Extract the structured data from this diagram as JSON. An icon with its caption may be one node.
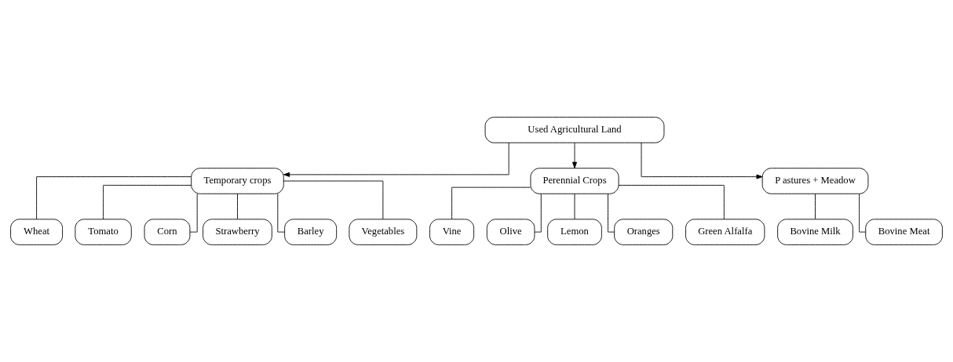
{
  "diagram": {
    "nodes": [
      {
        "text": [
          "Used Agricultural Land"
        ]
      },
      {
        "text": [
          "Temporary crops"
        ]
      },
      {
        "text": [
          "Perennial Crops"
        ]
      },
      {
        "text": [
          "P astures + Meadow"
        ]
      },
      {
        "text": [
          "Wheat"
        ]
      },
      {
        "text": [
          "Tomato"
        ]
      },
      {
        "text": [
          "Corn"
        ]
      },
      {
        "text": [
          "Strawberry"
        ]
      },
      {
        "text": [
          "Barley"
        ]
      },
      {
        "text": [
          "Vegetables"
        ]
      },
      {
        "text": [
          "Vine"
        ]
      },
      {
        "text": [
          "Olive"
        ]
      },
      {
        "text": [
          "Lemon"
        ]
      },
      {
        "text": [
          "Oranges"
        ]
      },
      {
        "text": [
          "Green Alfalfa"
        ]
      },
      {
        "text": [
          "Bovine Milk"
        ]
      },
      {
        "text": [
          "Bovine Meat"
        ]
      }
    ],
    "edges": [
      {
        "from": 0,
        "to": 1,
        "arrow": "to"
      },
      {
        "from": 0,
        "to": 2,
        "arrow": "to"
      },
      {
        "from": 0,
        "to": 3,
        "arrow": "to"
      },
      {
        "from": 1,
        "to": 4,
        "arrow": "none"
      },
      {
        "from": 1,
        "to": 5,
        "arrow": "none"
      },
      {
        "from": 1,
        "to": 6,
        "arrow": "none"
      },
      {
        "from": 1,
        "to": 7,
        "arrow": "none"
      },
      {
        "from": 1,
        "to": 8,
        "arrow": "none"
      },
      {
        "from": 1,
        "to": 9,
        "arrow": "none"
      },
      {
        "from": 2,
        "to": 10,
        "arrow": "none"
      },
      {
        "from": 2,
        "to": 11,
        "arrow": "none"
      },
      {
        "from": 2,
        "to": 12,
        "arrow": "none"
      },
      {
        "from": 2,
        "to": 13,
        "arrow": "none"
      },
      {
        "from": 2,
        "to": 14,
        "arrow": "none"
      },
      {
        "from": 3,
        "to": 15,
        "arrow": "none"
      },
      {
        "from": 3,
        "to": 16,
        "arrow": "none"
      }
    ]
  }
}
